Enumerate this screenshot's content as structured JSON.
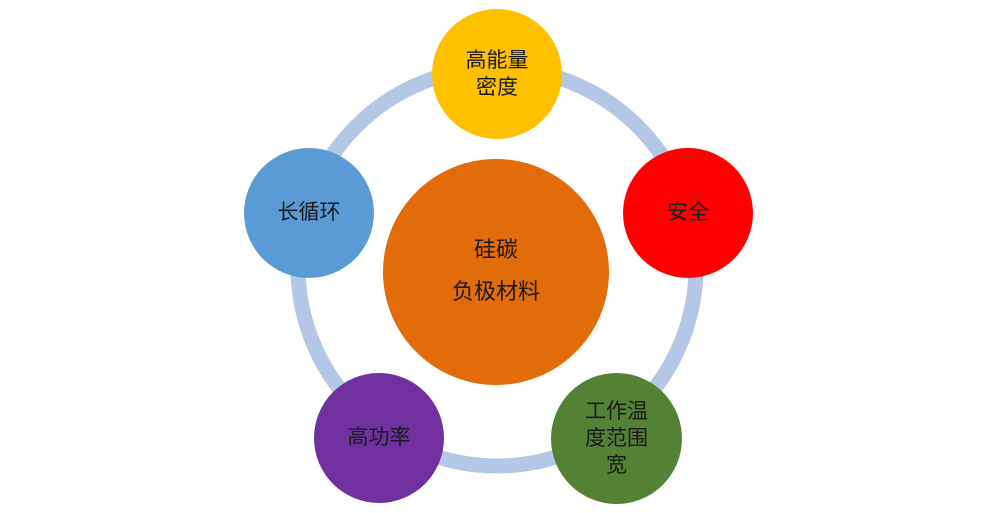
{
  "center": {
    "line1": "硅碳",
    "line2": "负极材料",
    "color": "#E26B0A"
  },
  "satellites": [
    {
      "id": "top",
      "lines": [
        "高能量",
        "密度"
      ],
      "color": "#FFC000"
    },
    {
      "id": "right",
      "lines": [
        "安全"
      ],
      "color": "#FF0000"
    },
    {
      "id": "bottom-right",
      "lines": [
        "工作温",
        "度范围",
        "宽"
      ],
      "color": "#548235"
    },
    {
      "id": "bottom-left",
      "lines": [
        "高功率"
      ],
      "color": "#7030A0"
    },
    {
      "id": "left",
      "lines": [
        "长循环"
      ],
      "color": "#5B9BD5"
    }
  ],
  "ring_color": "#B4C7E7"
}
